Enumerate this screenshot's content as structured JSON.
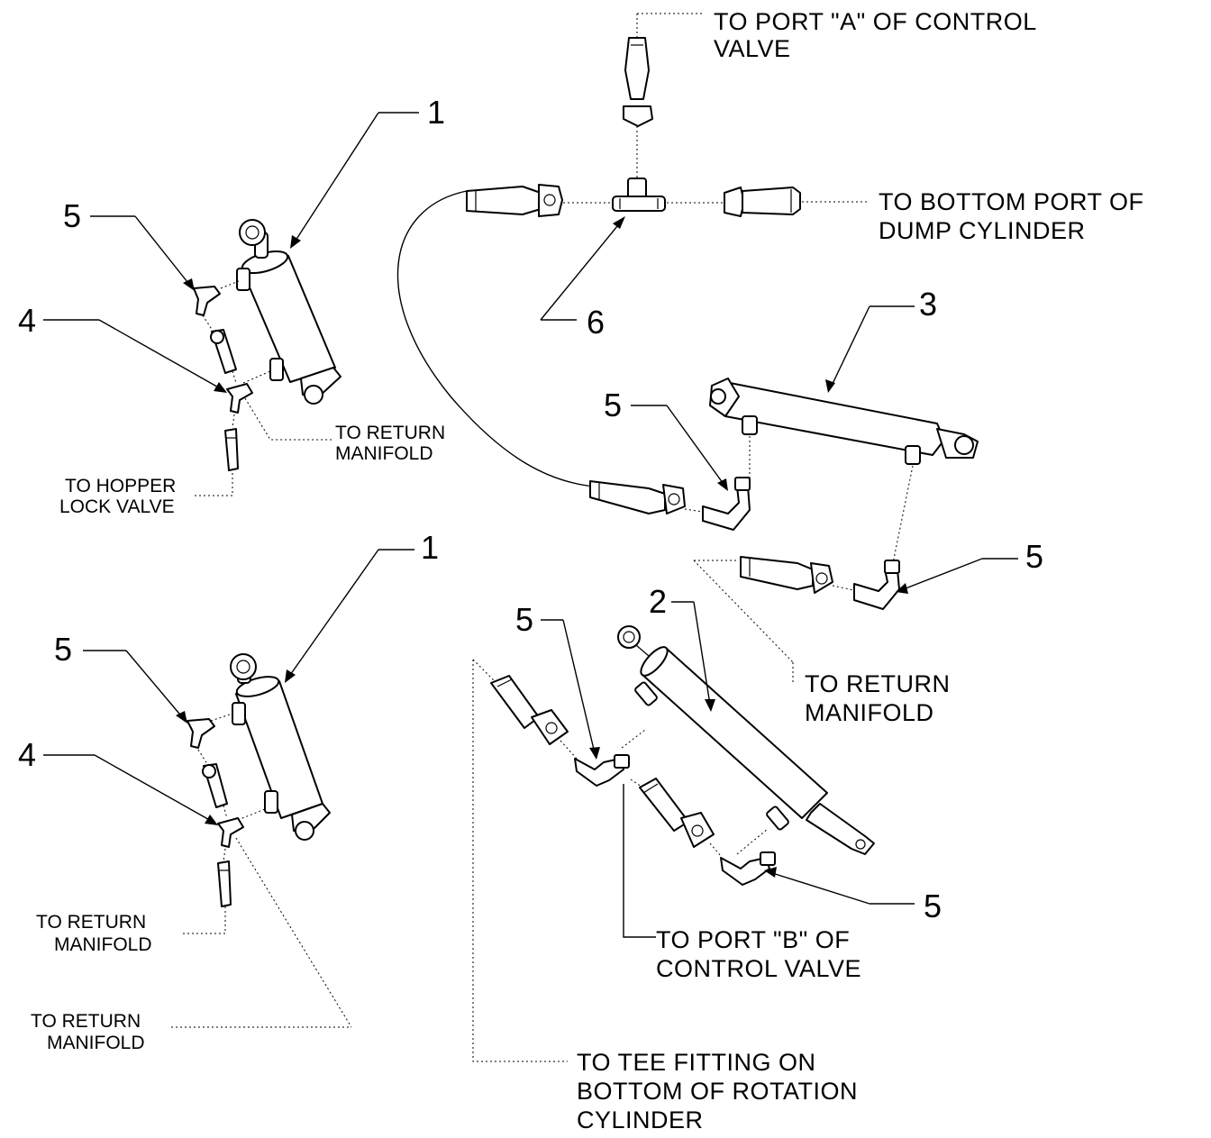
{
  "callouts": {
    "c1_top": "1",
    "c1_bottom": "1",
    "c2": "2",
    "c3": "3",
    "c4_top": "4",
    "c4_bottom": "4",
    "c5_top": "5",
    "c5_bottom": "5",
    "c5_center": "5",
    "c5_right": "5",
    "c5_rotation": "5",
    "c5_lower_right": "5",
    "c6": "6"
  },
  "notes": {
    "port_a": [
      "TO PORT \"A\" OF CONTROL",
      "VALVE"
    ],
    "bottom_port": [
      "TO BOTTOM PORT OF",
      "DUMP CYLINDER"
    ],
    "return_manifold_top_left": [
      "TO RETURN",
      "MANIFOLD"
    ],
    "hopper_lock": [
      "TO HOPPER",
      "LOCK VALVE"
    ],
    "return_manifold_center": [
      "TO RETURN",
      "MANIFOLD"
    ],
    "port_b": [
      "TO PORT \"B\" OF",
      "CONTROL VALVE"
    ],
    "return_manifold_bottom_left_a": [
      "TO RETURN",
      "MANIFOLD"
    ],
    "return_manifold_bottom_left_b": [
      "TO RETURN",
      "MANIFOLD"
    ],
    "tee_fitting": [
      "TO TEE FITTING ON",
      "BOTTOM OF ROTATION",
      "CYLINDER"
    ]
  }
}
